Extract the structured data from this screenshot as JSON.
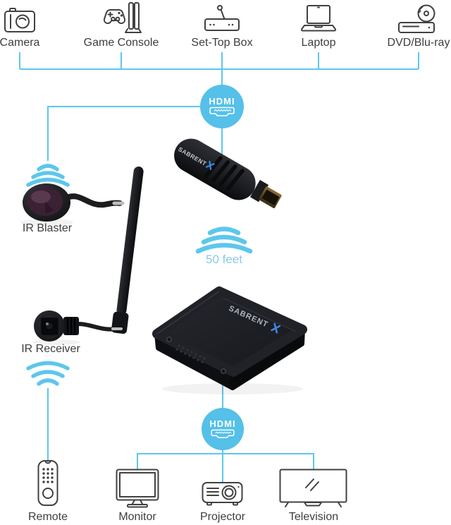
{
  "palette": {
    "line": "#5cc7ec",
    "circle": "#55c0e8",
    "label": "#3d3d3d",
    "stroke": "#414141",
    "feet": "#8ccae8",
    "brand_blue": "#3f88e8"
  },
  "top_sources": [
    {
      "label": "Camera"
    },
    {
      "label": "Game Console"
    },
    {
      "label": "Set-Top Box"
    },
    {
      "label": "Laptop"
    },
    {
      "label": "DVD/Blu-ray"
    }
  ],
  "transmitter": {
    "hdmi_badge": "HDMI",
    "brand": "SABRENT"
  },
  "receiver": {
    "hdmi_badge": "HDMI",
    "brand": "SABRENT"
  },
  "wireless": {
    "range_label": "50 feet"
  },
  "ir_blaster": {
    "label": "IR Blaster"
  },
  "ir_receiver": {
    "label": "IR Receiver"
  },
  "remote": {
    "label": "Remote"
  },
  "bottom_outputs": [
    {
      "label": "Monitor"
    },
    {
      "label": "Projector"
    },
    {
      "label": "Television"
    }
  ]
}
